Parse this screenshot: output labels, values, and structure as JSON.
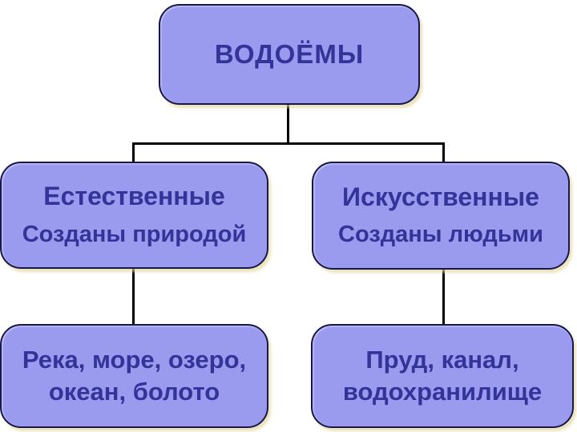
{
  "slide": {
    "title": "ВОДОЁМЫ"
  },
  "branches": {
    "natural": {
      "title": "Естественные",
      "subtitle": "Созданы природой",
      "examples_line1": "Река, море, озеро,",
      "examples_line2": "океан, болото"
    },
    "artificial": {
      "title": "Искусственные",
      "subtitle": "Созданы людьми",
      "examples_line1": "Пруд, канал,",
      "examples_line2": "водохранилище"
    }
  },
  "colors": {
    "background": "#ffffff",
    "box_fill": "#9a9aee",
    "box_border": "#17174d",
    "text": "#333399",
    "connector": "#000000",
    "halo": "#f1ecce"
  }
}
